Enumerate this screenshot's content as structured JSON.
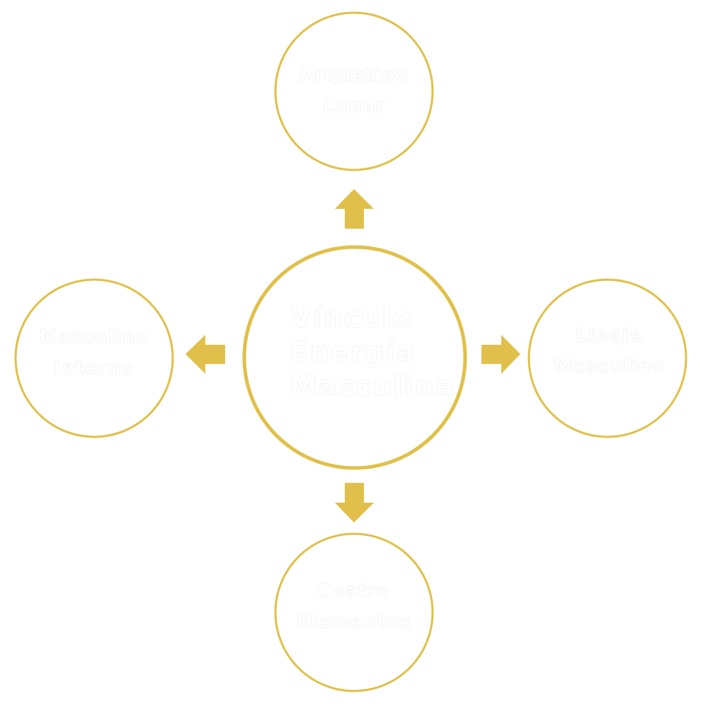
{
  "colors": {
    "accent": "#E0C04A",
    "background": "#FFFFFF",
    "label_text": "#FFFFFF"
  },
  "center": {
    "lines": [
      "Vínculo",
      "Energía",
      "Masculina"
    ]
  },
  "nodes": {
    "top": {
      "lines": [
        "Arquetipo",
        "Lunar"
      ]
    },
    "right": {
      "lines": [
        "Linaje",
        "Masculino"
      ]
    },
    "bottom": {
      "lines": [
        "Cuatro",
        "Elementos"
      ]
    },
    "left": {
      "lines": [
        "Masculino",
        "Interno"
      ]
    }
  }
}
